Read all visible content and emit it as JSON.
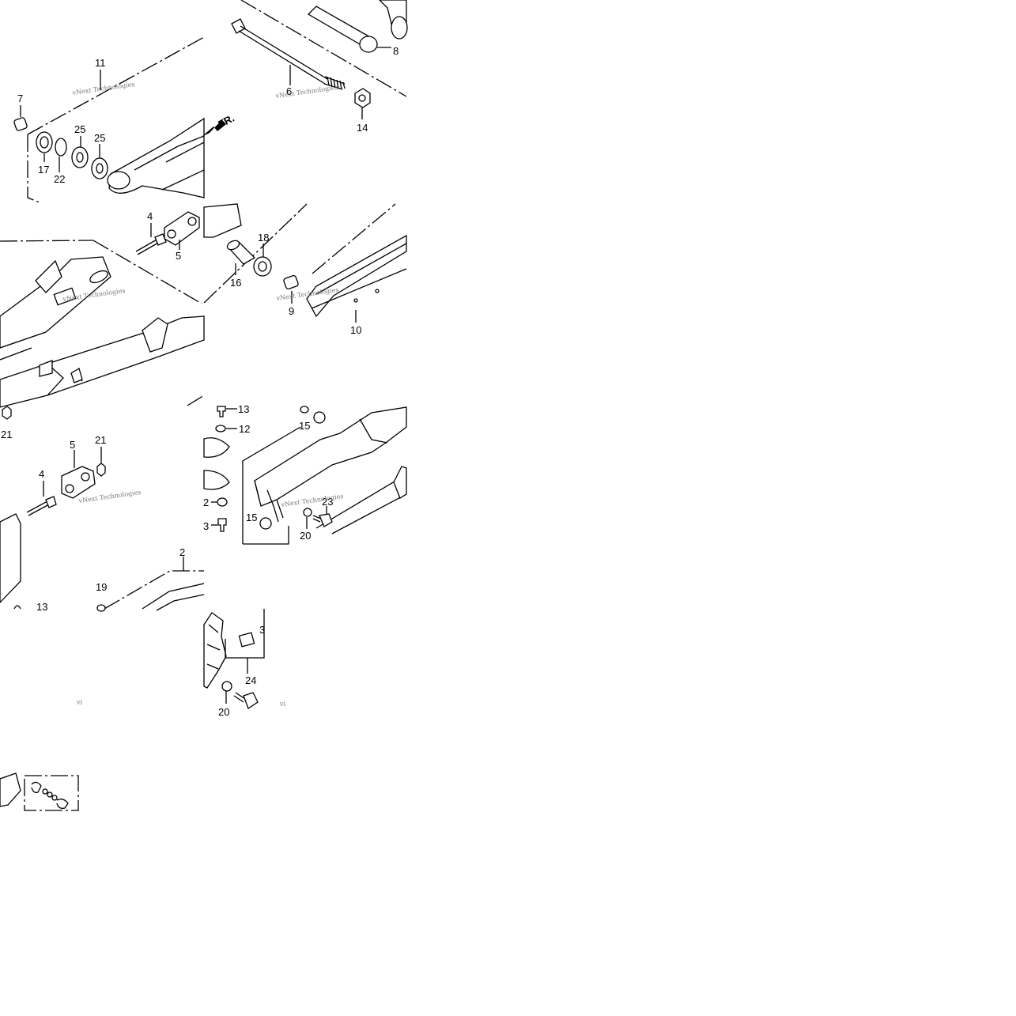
{
  "diagram": {
    "direction_marker": "FR.",
    "watermark": "vNext Technologies",
    "watermark_fragment": "vi",
    "callouts": [
      "11",
      "7",
      "17",
      "22",
      "25",
      "25",
      "6",
      "8",
      "14",
      "4",
      "5",
      "18",
      "16",
      "9",
      "10",
      "21",
      "5",
      "21",
      "4",
      "13",
      "12",
      "2",
      "3",
      "15",
      "23",
      "20",
      "2",
      "19",
      "3",
      "24",
      "20"
    ]
  }
}
